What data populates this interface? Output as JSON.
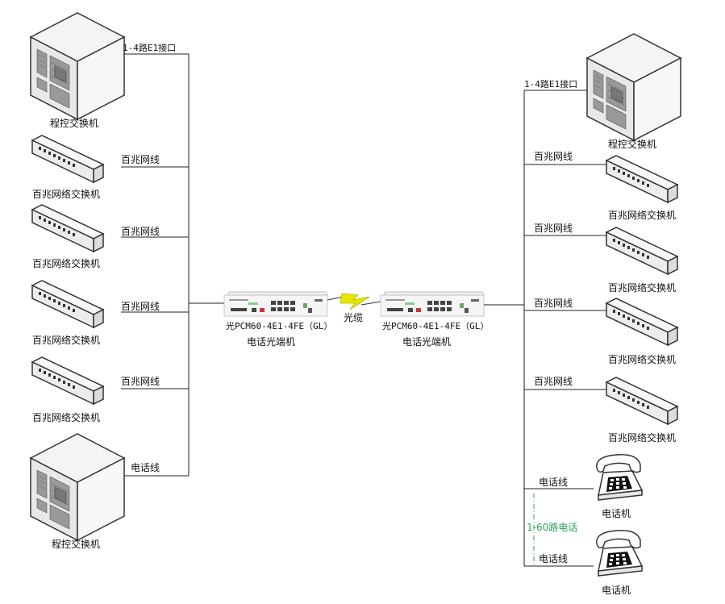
{
  "colors": {
    "line": "#222222",
    "lightning": "#e6e600",
    "green_note": "#2aa55a"
  },
  "left": {
    "e1_label": "1-4路E1接口",
    "server_top": "程控交换机",
    "switches": [
      "百兆网络交换机",
      "百兆网络交换机",
      "百兆网络交换机",
      "百兆网络交换机"
    ],
    "links": [
      "百兆网线",
      "百兆网线",
      "百兆网线",
      "百兆网线"
    ],
    "phone_line": "电话线",
    "server_bottom": "程控交换机"
  },
  "center": {
    "left_device_model": "光PCM60-4E1-4FE（GL）",
    "left_device_name": "电话光端机",
    "fiber_label": "光缆",
    "right_device_model": "光PCM60-4E1-4FE（GL）",
    "right_device_name": "电话光端机"
  },
  "right": {
    "e1_label": "1-4路E1接口",
    "server": "程控交换机",
    "links": [
      "百兆网线",
      "百兆网线",
      "百兆网线",
      "百兆网线"
    ],
    "switches": [
      "百兆网络交换机",
      "百兆网络交换机",
      "百兆网络交换机",
      "百兆网络交换机"
    ],
    "phone_line_1": "电话线",
    "phone_1": "电话机",
    "channels_note": "1-60路电话",
    "phone_line_2": "电话线",
    "phone_2": "电话机"
  }
}
